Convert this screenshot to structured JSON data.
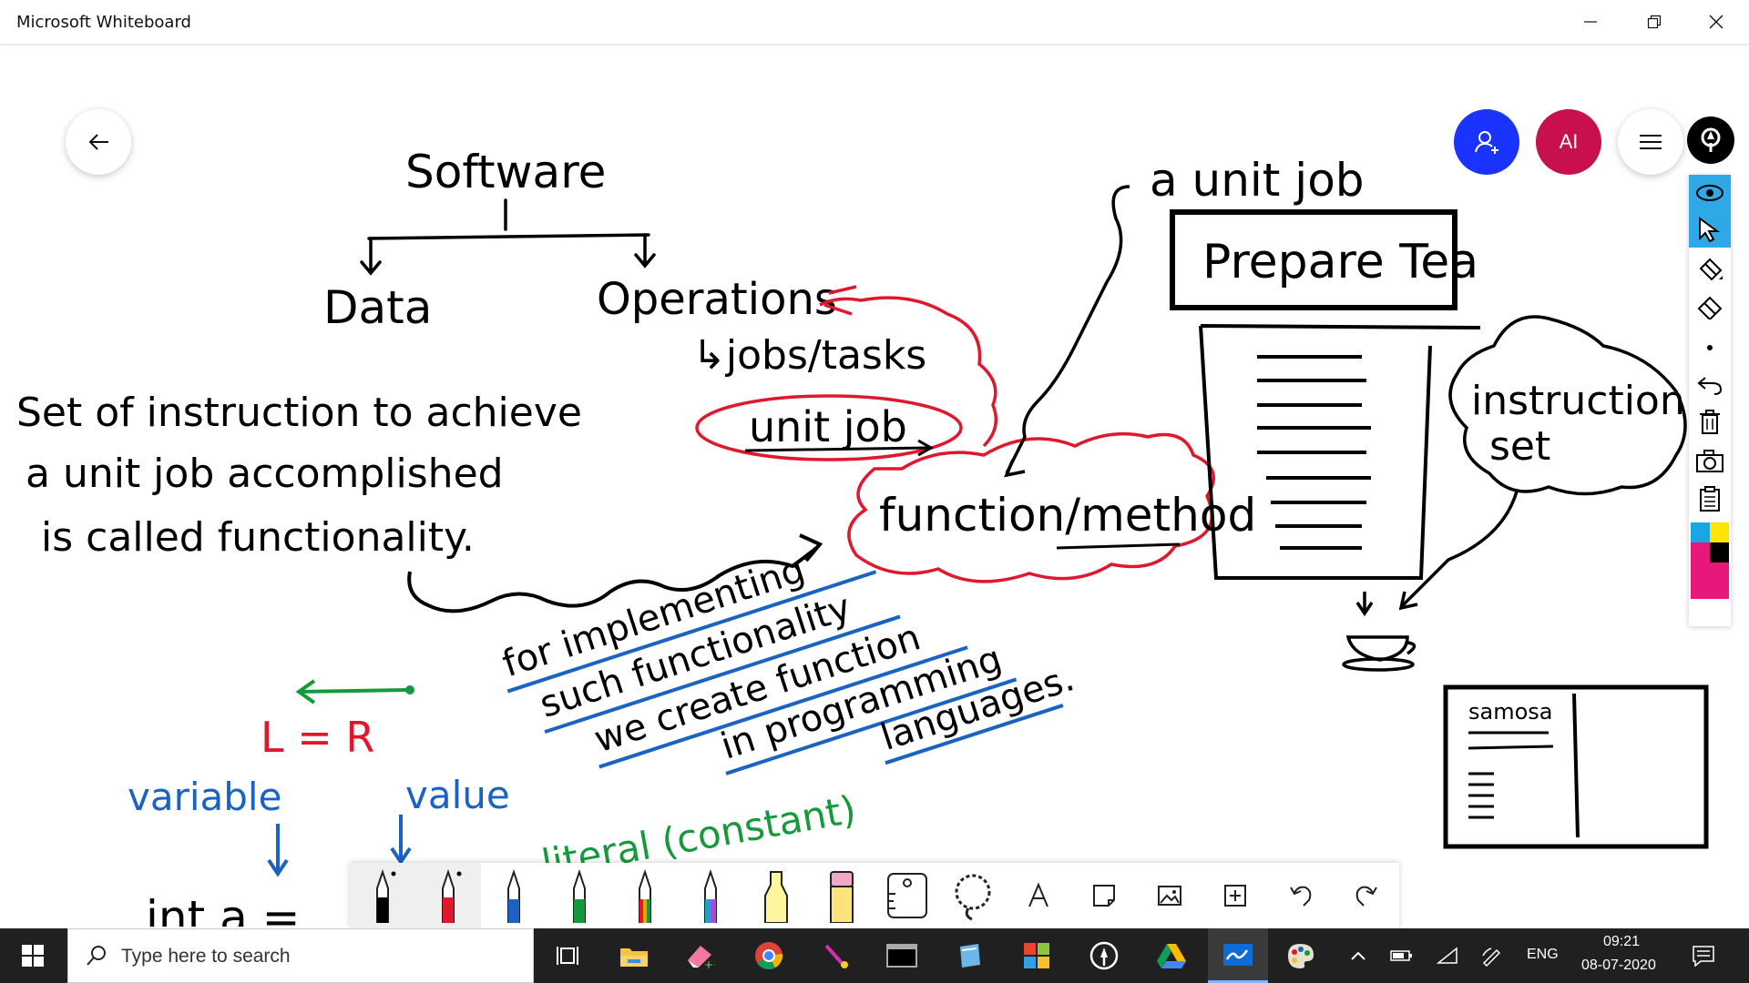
{
  "window": {
    "title": "Microsoft Whiteboard"
  },
  "board": {
    "software": "Software",
    "data": "Data",
    "operations": "Operations",
    "jobs_tasks": "↳jobs/tasks",
    "unit_job": "unit job",
    "function_method": "function/method",
    "def_line1": "Set of instruction to achieve",
    "def_line2": "a unit job accomplished",
    "def_line3": "is called functionality.",
    "blue_line1": "for implementing",
    "blue_line2": "such functionality",
    "blue_line3": "we create function",
    "blue_line4": "in programming",
    "blue_line5": "languages.",
    "a_unit_job": "a unit job",
    "prepare_tea": "Prepare Tea",
    "instruction_set_1": "instruction",
    "instruction_set_2": "set",
    "samosa": "samosa",
    "l_eq_r": "L = R",
    "variable": "variable",
    "value": "value",
    "literal": "literal (constant)",
    "int_a": "int a ="
  },
  "avatar": {
    "initials": "AI"
  },
  "taskbar": {
    "search_placeholder": "Type here to search",
    "language": "ENG",
    "time": "09:21",
    "date": "08-07-2020"
  },
  "colors": {
    "ink_black": "#000000",
    "ink_red": "#e0182d",
    "ink_blue": "#1a63c4",
    "ink_green": "#159a3b",
    "invite_blue": "#1a33ff",
    "avatar_red": "#c8104f",
    "toolbar_active": "#2fa9e6"
  },
  "icons": {
    "back": "arrow-left-icon",
    "invite": "person-add-icon",
    "menu": "hamburger-icon",
    "pen": "pen-icon"
  }
}
